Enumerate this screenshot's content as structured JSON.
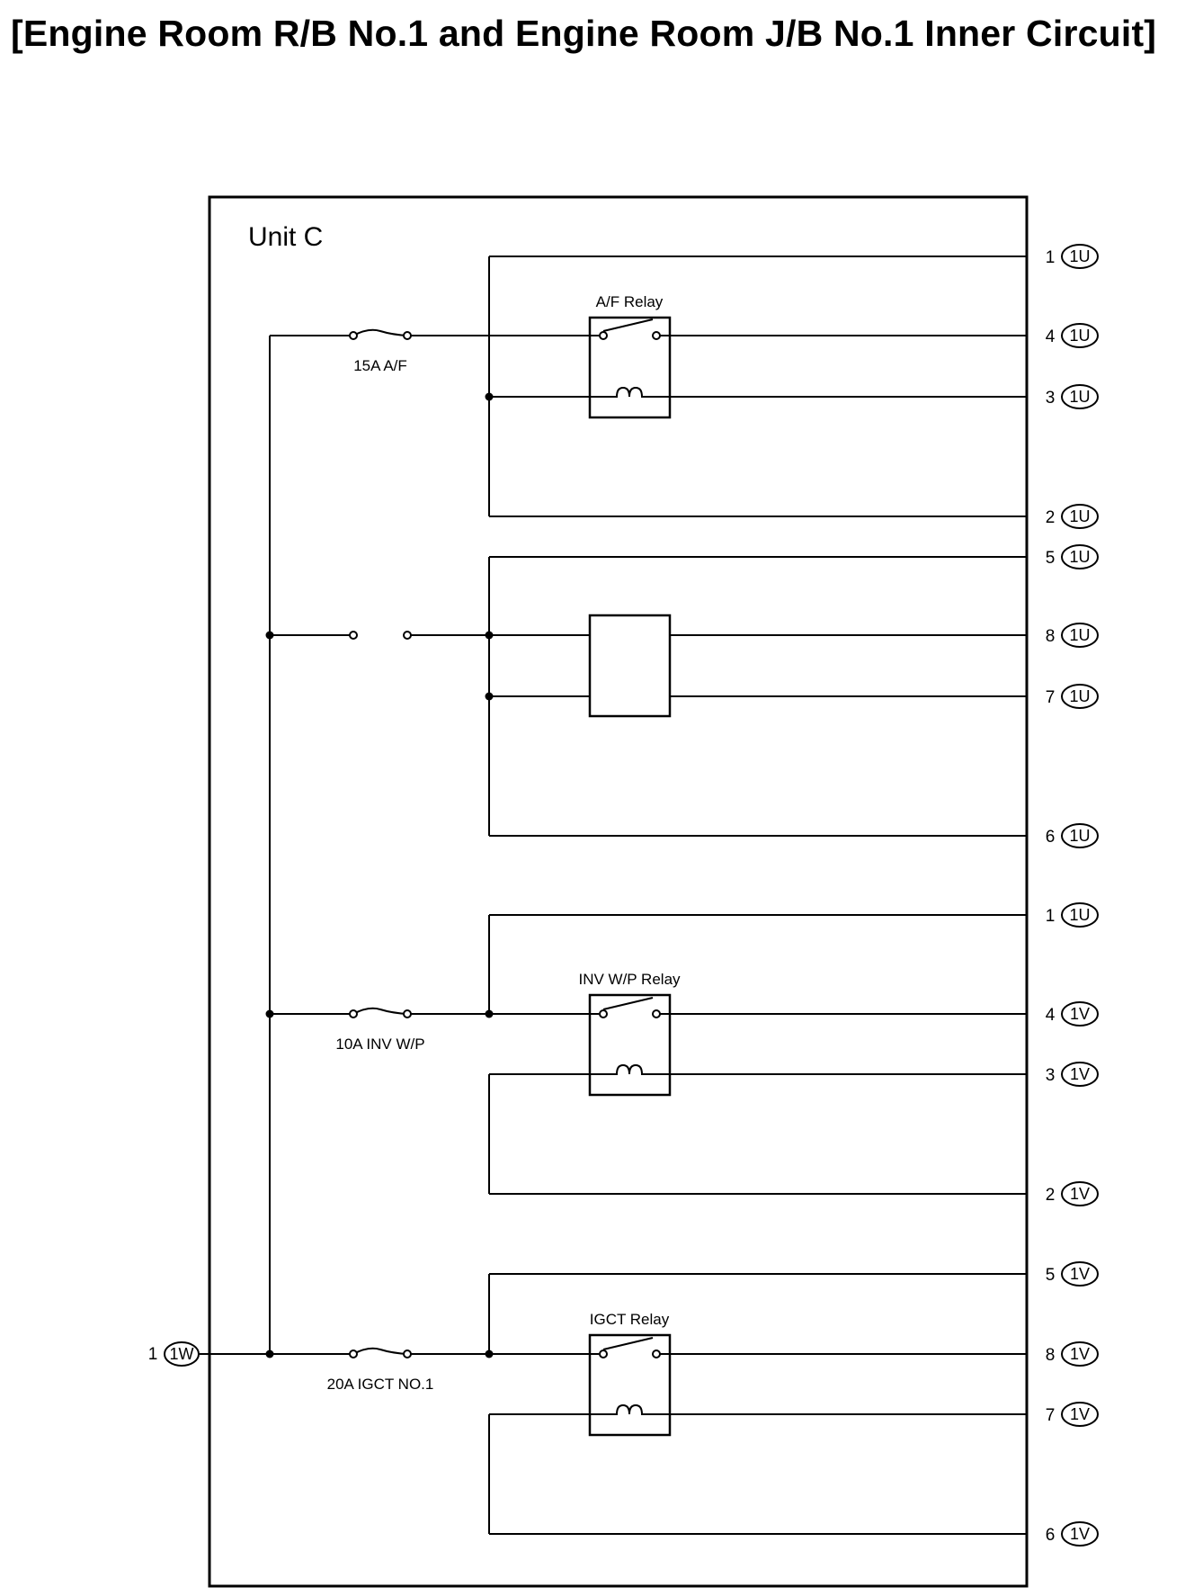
{
  "title": "[Engine Room R/B No.1 and Engine Room J/B No.1 Inner Circuit]",
  "unit_label": "Unit C",
  "relays": {
    "af": "A/F Relay",
    "inv": "INV W/P Relay",
    "igct": "IGCT Relay"
  },
  "fuses": {
    "af": "15A A/F",
    "inv": "10A INV W/P",
    "igct": "20A IGCT NO.1"
  },
  "input_terminal": {
    "pin": "1",
    "connector": "1W"
  },
  "terminals": [
    {
      "pin": "1",
      "connector": "1U"
    },
    {
      "pin": "4",
      "connector": "1U"
    },
    {
      "pin": "3",
      "connector": "1U"
    },
    {
      "pin": "2",
      "connector": "1U"
    },
    {
      "pin": "5",
      "connector": "1U"
    },
    {
      "pin": "8",
      "connector": "1U"
    },
    {
      "pin": "7",
      "connector": "1U"
    },
    {
      "pin": "6",
      "connector": "1U"
    },
    {
      "pin": "1",
      "connector": "1U"
    },
    {
      "pin": "4",
      "connector": "1V"
    },
    {
      "pin": "3",
      "connector": "1V"
    },
    {
      "pin": "2",
      "connector": "1V"
    },
    {
      "pin": "5",
      "connector": "1V"
    },
    {
      "pin": "8",
      "connector": "1V"
    },
    {
      "pin": "7",
      "connector": "1V"
    },
    {
      "pin": "6",
      "connector": "1V"
    }
  ]
}
